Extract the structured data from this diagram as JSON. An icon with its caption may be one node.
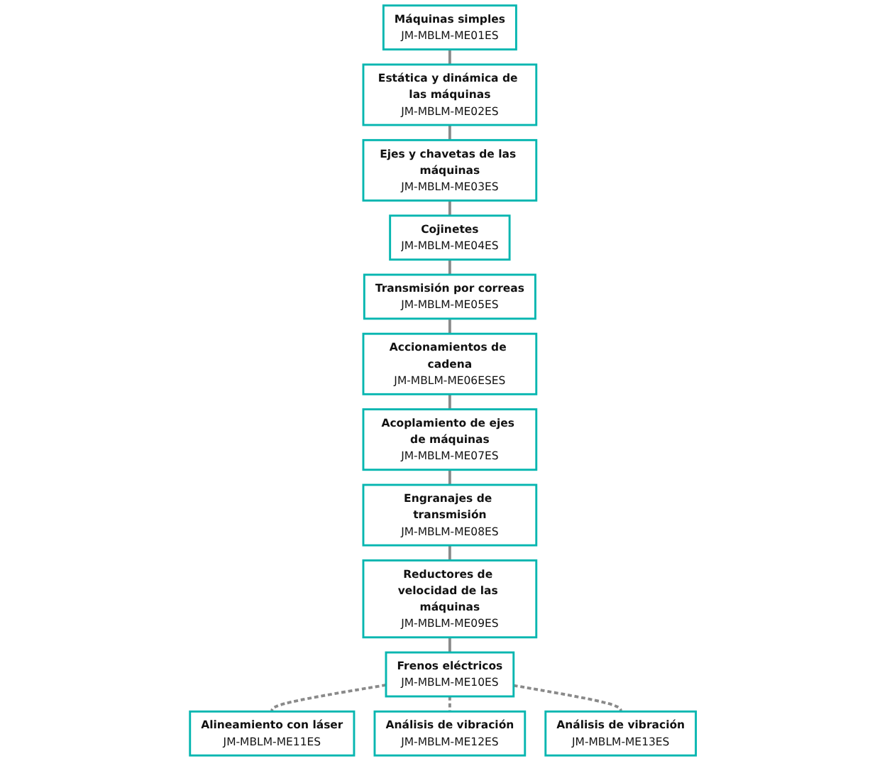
{
  "diagram": {
    "nodes": [
      {
        "text": [
          "Máquinas simples",
          "JM-MBLM-ME01ES"
        ]
      },
      {
        "text": [
          "Estática y dinámica de las máquinas",
          "JM-MBLM-ME02ES"
        ]
      },
      {
        "text": [
          "Ejes y chavetas de las máquinas",
          "JM-MBLM-ME03ES"
        ]
      },
      {
        "text": [
          "Cojinetes",
          "JM-MBLM-ME04ES"
        ]
      },
      {
        "text": [
          "Transmisión por correas",
          "JM-MBLM-ME05ES"
        ]
      },
      {
        "text": [
          "Accionamientos de cadena",
          "JM-MBLM-ME06ESES"
        ]
      },
      {
        "text": [
          "Acoplamiento de ejes de máquinas",
          "JM-MBLM-ME07ES"
        ]
      },
      {
        "text": [
          "Engranajes de transmisión",
          "JM-MBLM-ME08ES"
        ]
      },
      {
        "text": [
          "Reductores de velocidad de las máquinas",
          "JM-MBLM-ME09ES"
        ]
      },
      {
        "text": [
          "Frenos eléctricos",
          "JM-MBLM-ME10ES"
        ]
      },
      {
        "text": [
          "Alineamiento con láser",
          "JM-MBLM-ME11ES"
        ]
      },
      {
        "text": [
          "Análisis de vibración",
          "JM-MBLM-ME12ES"
        ]
      },
      {
        "text": [
          "Análisis de vibración",
          "JM-MBLM-ME13ES"
        ]
      }
    ],
    "edges": [
      {
        "from": 0,
        "to": 1,
        "arrow": "none"
      },
      {
        "from": 1,
        "to": 2,
        "arrow": "none"
      },
      {
        "from": 2,
        "to": 3,
        "arrow": "none"
      },
      {
        "from": 3,
        "to": 4,
        "arrow": "none"
      },
      {
        "from": 4,
        "to": 5,
        "arrow": "none"
      },
      {
        "from": 5,
        "to": 6,
        "arrow": "none"
      },
      {
        "from": 6,
        "to": 7,
        "arrow": "none"
      },
      {
        "from": 7,
        "to": 8,
        "arrow": "none"
      },
      {
        "from": 8,
        "to": 9,
        "arrow": "none"
      },
      {
        "from": 9,
        "to": 10,
        "arrow": "none",
        "style": "dashed"
      },
      {
        "from": 9,
        "to": 11,
        "arrow": "none",
        "style": "dashed"
      },
      {
        "from": 9,
        "to": 12,
        "arrow": "none",
        "style": "dashed"
      }
    ]
  }
}
